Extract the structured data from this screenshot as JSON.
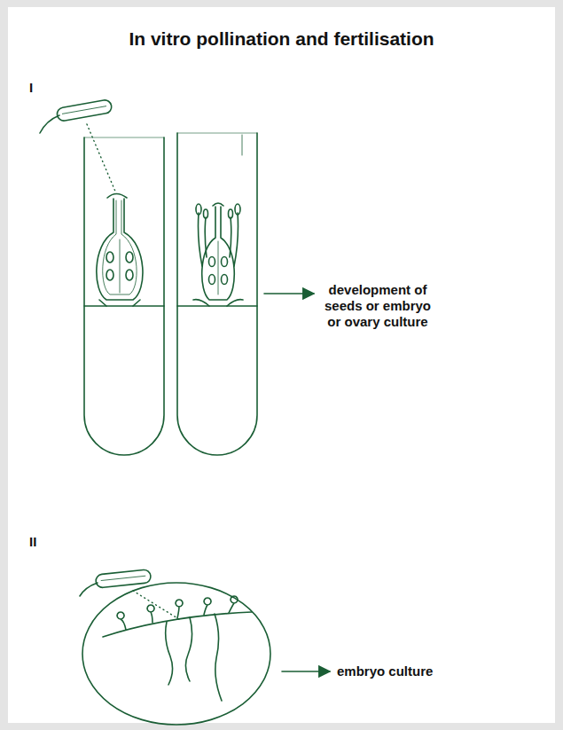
{
  "diagram": {
    "title": "In vitro pollination and fertilisation",
    "labels": [
      "I",
      "development of seeds or embryo or ovary culture",
      "II",
      "embryo culture"
    ]
  }
}
